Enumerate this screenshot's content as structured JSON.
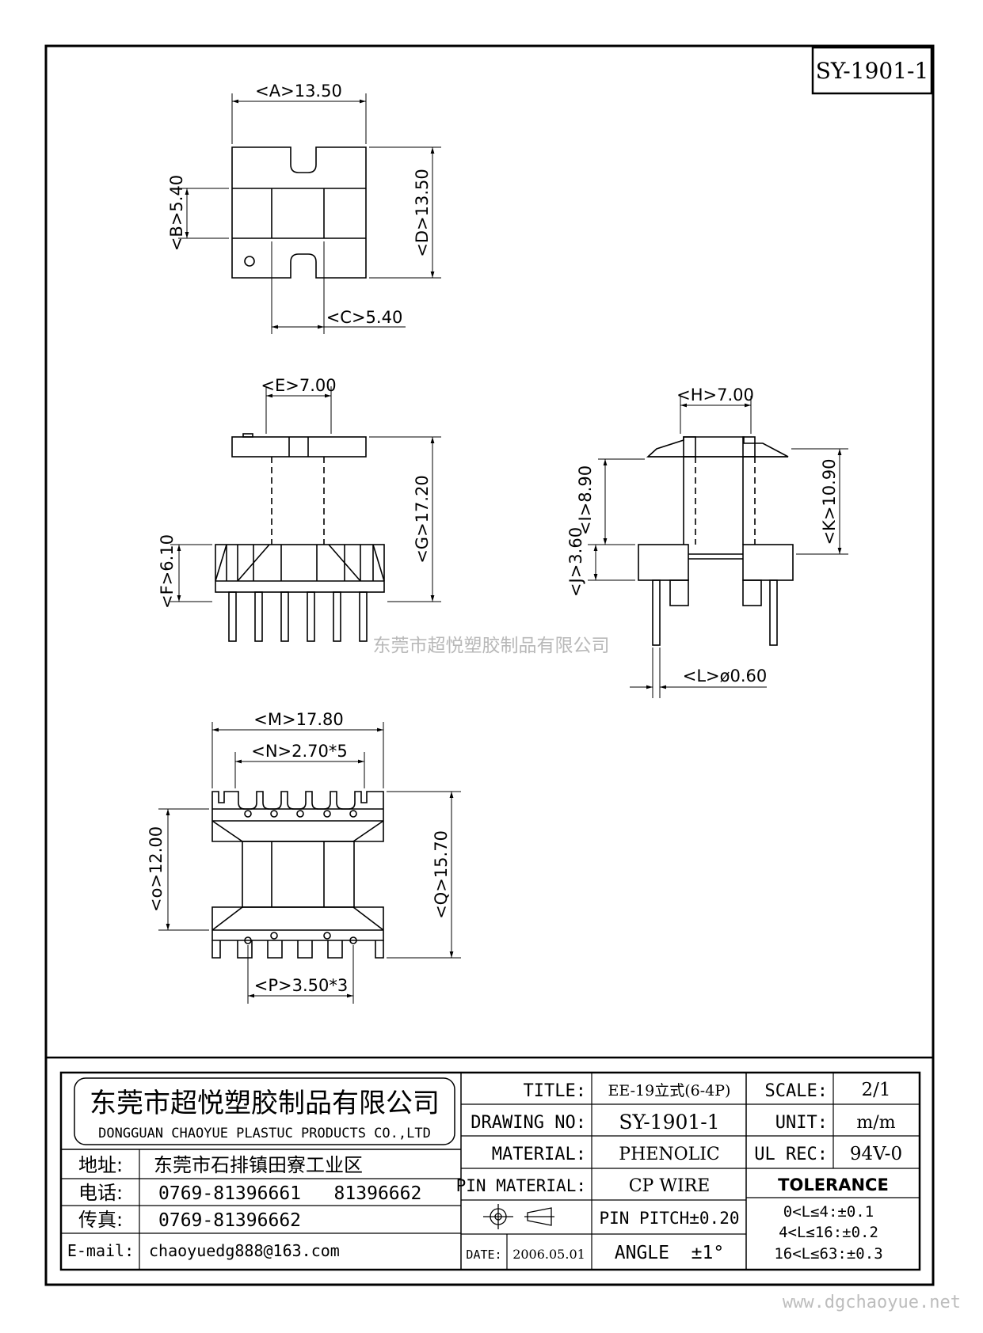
{
  "drawing_no_corner": "SY-1901-1",
  "watermark": "东莞市超悦塑胶制品有限公司",
  "footer_url": "www.dgchaoyue.net",
  "dimensions": {
    "A": "<A>13.50",
    "B": "<B>5.40",
    "C": "<C>5.40",
    "D": "<D>13.50",
    "E": "<E>7.00",
    "F": "<F>6.10",
    "G": "<G>17.20",
    "H": "<H>7.00",
    "I": "<I>8.90",
    "J": "<J>3.60",
    "K": "<K>10.90",
    "L": "<L>ø0.60",
    "M": "<M>17.80",
    "N": "<N>2.70*5",
    "O": "<o>12.00",
    "Q": "<Q>15.70",
    "P": "<P>3.50*3"
  },
  "company": {
    "name_cn": "东莞市超悦塑胶制品有限公司",
    "name_en": "DONGGUAN CHAOYUE PLASTUC PRODUCTS CO.,LTD",
    "address_label": "地址:",
    "address": "东莞市石排镇田寮工业区",
    "phone_label": "电话:",
    "phone": "0769-81396661   81396662",
    "fax_label": "传真:",
    "fax": "0769-81396662",
    "email_label": "E-mail:",
    "email": "chaoyuedg888@163.com"
  },
  "title_block": {
    "title_label": "TITLE:",
    "title": "EE-19立式(6-4P)",
    "drawing_no_label": "DRAWING NO:",
    "drawing_no": "SY-1901-1",
    "material_label": "MATERIAL:",
    "material": "PHENOLIC",
    "pin_material_label": "PIN MATERIAL:",
    "pin_material": "CP WIRE",
    "pin_pitch": "PIN PITCH±0.20",
    "angle": "ANGLE  ±1°",
    "date_label": "DATE:",
    "date": "2006.05.01",
    "scale_label": "SCALE:",
    "scale": "2/1",
    "unit_label": "UNIT:",
    "unit": "m/m",
    "ul_label": "UL REC:",
    "ul": "94V-0",
    "tolerance_label": "TOLERANCE",
    "tolerances": [
      "0<L≤4:±0.1",
      "4<L≤16:±0.2",
      "16<L≤63:±0.3"
    ]
  }
}
